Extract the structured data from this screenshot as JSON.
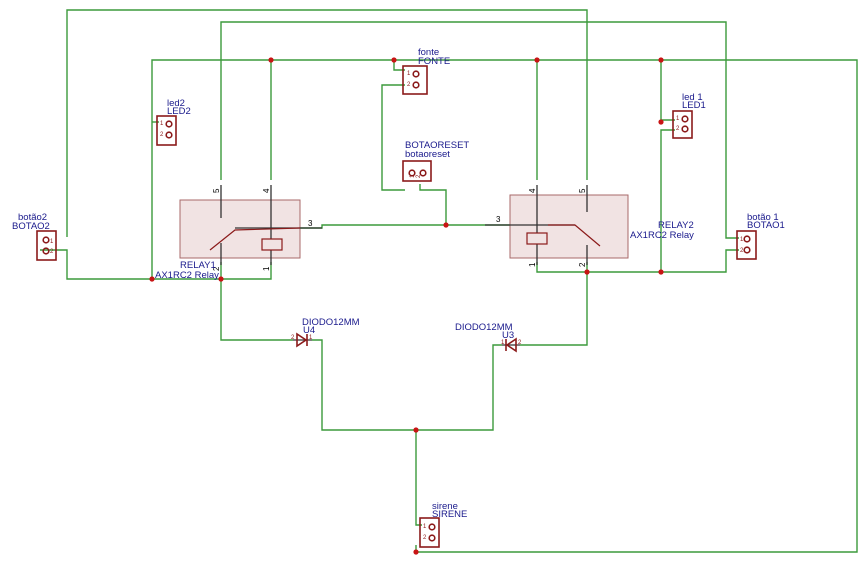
{
  "components": {
    "botao2": {
      "name": "botão2",
      "value": "BOTAO2",
      "pins": [
        "1",
        "2"
      ]
    },
    "led2": {
      "name": "led2",
      "value": "LED2",
      "pins": [
        "1",
        "2"
      ]
    },
    "fonte": {
      "name": "fonte",
      "value": "FONTE",
      "pins": [
        "1",
        "2"
      ]
    },
    "botaoreset": {
      "name": "BOTAORESET",
      "value": "botaoreset",
      "pins": [
        "1",
        "2"
      ]
    },
    "led1": {
      "name": "led 1",
      "value": "LED1",
      "pins": [
        "1",
        "2"
      ]
    },
    "botao1": {
      "name": "botão 1",
      "value": "BOTAO1",
      "pins": [
        "1",
        "2"
      ]
    },
    "relay1": {
      "name": "RELAY1",
      "value": "AX1RC2 Relay",
      "pins": [
        "5",
        "4",
        "3",
        "2",
        "1"
      ]
    },
    "relay2": {
      "name": "RELAY2",
      "value": "AX1RC2 Relay",
      "pins": [
        "4",
        "5",
        "3",
        "1",
        "2"
      ]
    },
    "u4": {
      "name": "U4",
      "value": "DIODO12MM",
      "pins": [
        "2",
        "1"
      ]
    },
    "u3": {
      "name": "U3",
      "value": "DIODO12MM",
      "pins": [
        "1",
        "2"
      ]
    },
    "sirene": {
      "name": "sirene",
      "value": "SIRENE",
      "pins": [
        "1",
        "2"
      ]
    }
  },
  "colors": {
    "wire": "#3c9a3c",
    "component": "#8b1a1a",
    "label": "#1a1a8c",
    "junction": "#c81414"
  }
}
